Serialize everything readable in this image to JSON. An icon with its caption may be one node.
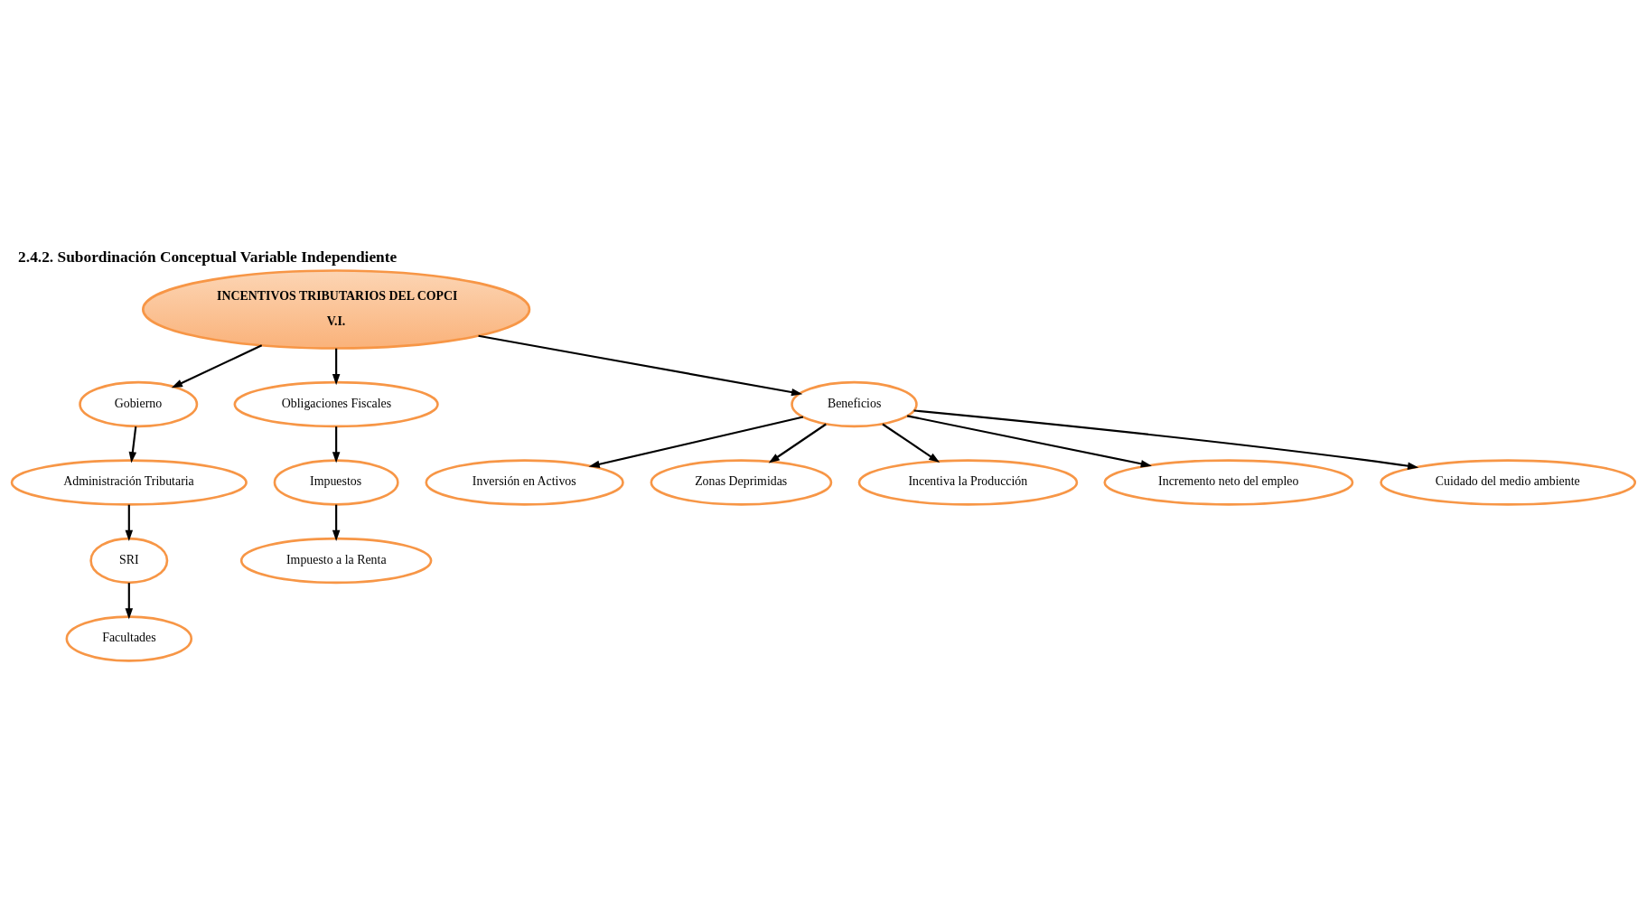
{
  "diagram": {
    "title": "2.4.2. Subordinación Conceptual Variable Independiente",
    "nodes": [
      {
        "text": [
          "INCENTIVOS TRIBUTARIOS DEL COPCI",
          "V.I."
        ]
      },
      {
        "text": [
          "Gobierno"
        ]
      },
      {
        "text": [
          "Administración Tributaria"
        ]
      },
      {
        "text": [
          "SRI"
        ]
      },
      {
        "text": [
          "Facultades"
        ]
      },
      {
        "text": [
          "Obligaciones Fiscales"
        ]
      },
      {
        "text": [
          "Impuestos"
        ]
      },
      {
        "text": [
          "Impuesto a la Renta"
        ]
      },
      {
        "text": [
          "Beneficios"
        ]
      },
      {
        "text": [
          "Inversión en Activos"
        ]
      },
      {
        "text": [
          "Zonas Deprimidas"
        ]
      },
      {
        "text": [
          "Incentiva la Producción"
        ]
      },
      {
        "text": [
          "Incremento neto del empleo"
        ]
      },
      {
        "text": [
          "Cuidado del medio ambiente"
        ]
      }
    ],
    "edges": [
      {
        "from": 0,
        "to": 1,
        "arrow": "to"
      },
      {
        "from": 1,
        "to": 2,
        "arrow": "to"
      },
      {
        "from": 2,
        "to": 3,
        "arrow": "to"
      },
      {
        "from": 3,
        "to": 4,
        "arrow": "to"
      },
      {
        "from": 0,
        "to": 5,
        "arrow": "to"
      },
      {
        "from": 5,
        "to": 6,
        "arrow": "to"
      },
      {
        "from": 6,
        "to": 7,
        "arrow": "to"
      },
      {
        "from": 0,
        "to": 8,
        "arrow": "to"
      },
      {
        "from": 8,
        "to": 9,
        "arrow": "to"
      },
      {
        "from": 8,
        "to": 10,
        "arrow": "to"
      },
      {
        "from": 8,
        "to": 11,
        "arrow": "to"
      },
      {
        "from": 8,
        "to": 12,
        "arrow": "to"
      },
      {
        "from": 8,
        "to": 13,
        "arrow": "to"
      }
    ]
  }
}
